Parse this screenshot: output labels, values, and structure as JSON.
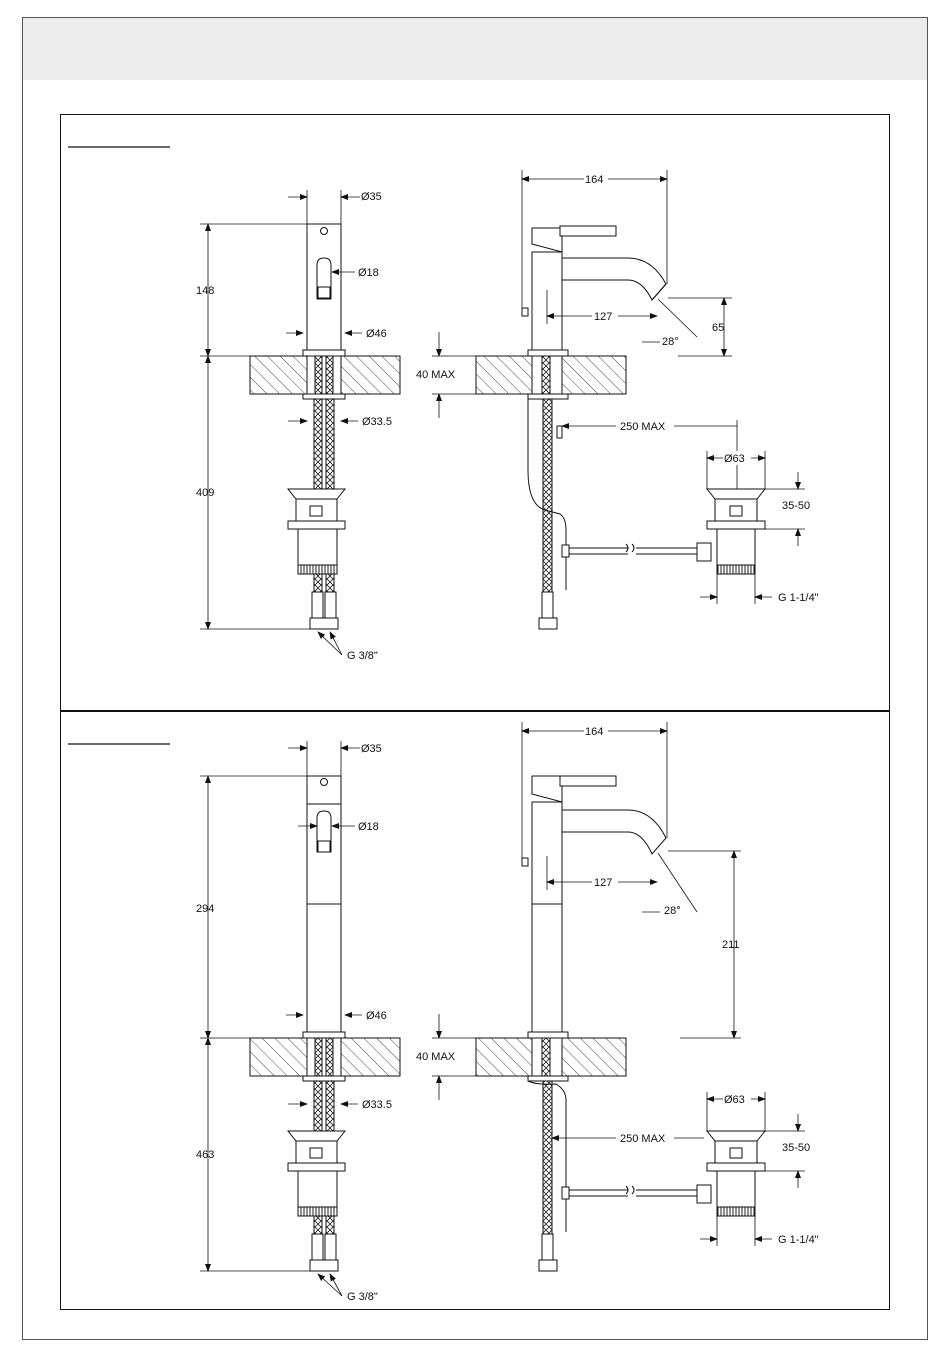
{
  "panels": [
    {
      "front": {
        "d_top": "Ø35",
        "d_spout": "Ø18",
        "d_base": "Ø46",
        "d_shank": "Ø33.5",
        "h_body": "148",
        "h_below": "409",
        "conn": "G 3/8\""
      },
      "side": {
        "reach": "164",
        "offset": "127",
        "angle": "28°",
        "spout_h": "65",
        "deck": "40 MAX",
        "rod": "250 MAX",
        "waste_d": "Ø63",
        "waste_adj": "35-50",
        "waste_thread": "G 1-1/4\""
      }
    },
    {
      "front": {
        "d_top": "Ø35",
        "d_spout": "Ø18",
        "d_base": "Ø46",
        "d_shank": "Ø33.5",
        "h_body": "294",
        "h_below": "463",
        "conn": "G 3/8\""
      },
      "side": {
        "reach": "164",
        "offset": "127",
        "angle": "28°",
        "spout_h": "211",
        "deck": "40 MAX",
        "rod": "250 MAX",
        "waste_d": "Ø63",
        "waste_adj": "35-50",
        "waste_thread": "G 1-1/4\""
      }
    }
  ]
}
